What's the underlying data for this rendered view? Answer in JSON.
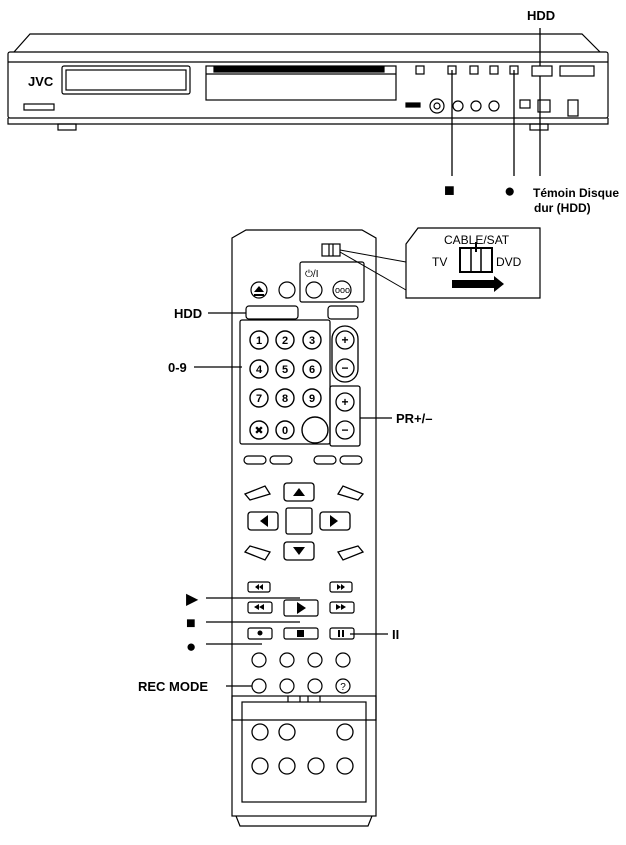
{
  "deck": {
    "brand": "JVC",
    "labels": {
      "hdd_top": "HDD",
      "stop_symbol": "■",
      "rec_symbol": "●",
      "hdd_indicator_line1": "Témoin Disque",
      "hdd_indicator_line2": "dur (HDD)"
    }
  },
  "remote": {
    "switch": {
      "top": "CABLE/SAT",
      "left": "TV",
      "right": "DVD"
    },
    "digits": [
      "1",
      "2",
      "3",
      "4",
      "5",
      "6",
      "7",
      "8",
      "9",
      "0"
    ],
    "cancel_symbol": "✖",
    "power_symbol": "⏻/I",
    "help_symbol": "?",
    "callouts": {
      "hdd": "HDD",
      "digits": "0-9",
      "pr": "PR+/–",
      "play": "▶",
      "stop": "■",
      "rec": "●",
      "pause": "II",
      "rec_mode": "REC MODE"
    }
  }
}
